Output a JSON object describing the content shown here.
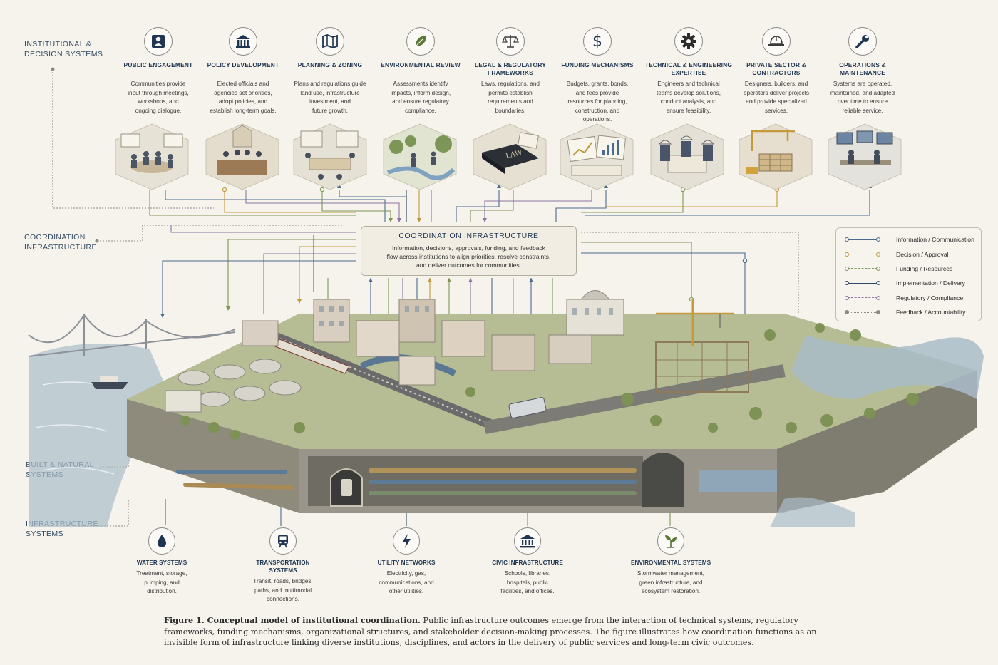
{
  "side_labels": [
    {
      "text": "INSTITUTIONAL &\nDECISION SYSTEMS"
    },
    {
      "text": "COORDINATION\nINFRASTRUCTURE"
    },
    {
      "text": "BUILT & NATURAL\nSYSTEMS"
    },
    {
      "text": "INFRASTRUCTURE\nSYSTEMS"
    }
  ],
  "institutions": [
    {
      "title": "PUBLIC ENGAGEMENT",
      "desc": "Communities provide\ninput through meetings,\nworkshops, and\nongoing dialogue.",
      "icon": "person-icon"
    },
    {
      "title": "POLICY DEVELOPMENT",
      "desc": "Elected officials and\nagencies set priorities,\nadopt policies, and\nestablish long-term goals.",
      "icon": "capitol-icon"
    },
    {
      "title": "PLANNING & ZONING",
      "desc": "Plans and regulations guide\nland use, infrastructure\ninvestment, and\nfuture growth.",
      "icon": "map-icon"
    },
    {
      "title": "ENVIRONMENTAL REVIEW",
      "desc": "Assessments identify\nimpacts, inform design,\nand ensure regulatory\ncompliance.",
      "icon": "leaf-icon"
    },
    {
      "title": "LEGAL & REGULATORY\nFRAMEWORKS",
      "desc": "Laws, regulations, and\npermits establish\nrequirements and\nboundaries.",
      "icon": "scales-icon"
    },
    {
      "title": "FUNDING MECHANISMS",
      "desc": "Budgets, grants, bonds,\nand fees provide\nresources for planning,\nconstruction, and\noperations.",
      "icon": "dollar-icon"
    },
    {
      "title": "TECHNICAL & ENGINEERING\nEXPERTISE",
      "desc": "Engineers and technical\nteams develop solutions,\nconduct analysis, and\nensure feasibility.",
      "icon": "gear-icon"
    },
    {
      "title": "PRIVATE SECTOR &\nCONTRACTORS",
      "desc": "Designers, builders, and\noperators deliver projects\nand provide specialized\nservices.",
      "icon": "hardhat-icon"
    },
    {
      "title": "OPERATIONS &\nMAINTENANCE",
      "desc": "Systems are operated,\nmaintained, and adapted\nover time to ensure\nreliable service.",
      "icon": "wrench-icon"
    }
  ],
  "coordination": {
    "title": "COORDINATION INFRASTRUCTURE",
    "desc": "Information, decisions, approvals, funding, and feedback\nflow across institutions to align priorities, resolve constraints,\nand deliver outcomes for communities."
  },
  "legend": [
    {
      "label": "Information / Communication",
      "color": "#4a6a8e"
    },
    {
      "label": "Decision / Approval",
      "color": "#c0983c"
    },
    {
      "label": "Funding / Resources",
      "color": "#7d9657"
    },
    {
      "label": "Implementation / Delivery",
      "color": "#2f4866"
    },
    {
      "label": "Regulatory / Compliance",
      "color": "#8e76a2"
    },
    {
      "label": "Feedback / Accountability",
      "color": "#8f8a80"
    }
  ],
  "infrastructure": [
    {
      "title": "WATER SYSTEMS",
      "desc": "Treatment, storage,\npumping, and\ndistribution.",
      "icon": "water-drop-icon"
    },
    {
      "title": "TRANSPORTATION\nSYSTEMS",
      "desc": "Transit, roads, bridges,\npaths, and multimodal\nconnections.",
      "icon": "train-icon"
    },
    {
      "title": "UTILITY NETWORKS",
      "desc": "Electricity, gas,\ncommunications, and\nother utilities.",
      "icon": "lightning-icon"
    },
    {
      "title": "CIVIC INFRASTRUCTURE",
      "desc": "Schools, libraries,\nhospitals, public\nfacilities, and offices.",
      "icon": "civic-building-icon"
    },
    {
      "title": "ENVIRONMENTAL SYSTEMS",
      "desc": "Stormwater management,\ngreen infrastructure, and\necosystem restoration.",
      "icon": "sprout-icon"
    }
  ],
  "caption": {
    "lead": "Figure 1. Conceptual model of institutional coordination.",
    "body": " Public infrastructure outcomes emerge from the interaction of technical systems, regulatory frameworks, funding mechanisms, organizational structures, and stakeholder decision-making processes. The figure illustrates how coordination functions as an invisible form of infrastructure linking diverse institutions, disciplines, and actors in the delivery of public services and long-term civic outcomes."
  },
  "illustration": {
    "sign_text": "LAW"
  }
}
